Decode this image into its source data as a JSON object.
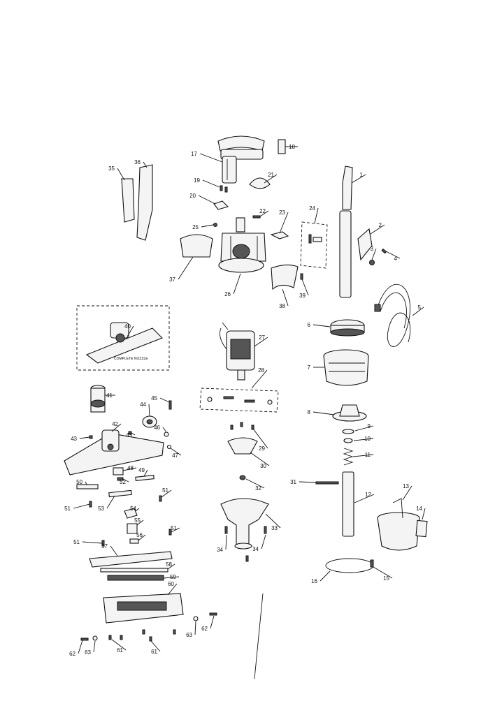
{
  "inset": {
    "caption": "COMPLETE NOZZLE"
  },
  "parts": [
    {
      "id": "p1",
      "num": "1"
    },
    {
      "id": "p2",
      "num": "2"
    },
    {
      "id": "p3",
      "num": "3"
    },
    {
      "id": "p4",
      "num": "4"
    },
    {
      "id": "p5",
      "num": "5"
    },
    {
      "id": "p6",
      "num": "6"
    },
    {
      "id": "p7",
      "num": "7"
    },
    {
      "id": "p8",
      "num": "8"
    },
    {
      "id": "p9",
      "num": "9"
    },
    {
      "id": "p10",
      "num": "10"
    },
    {
      "id": "p11",
      "num": "11"
    },
    {
      "id": "p12",
      "num": "12"
    },
    {
      "id": "p13",
      "num": "13"
    },
    {
      "id": "p14",
      "num": "14"
    },
    {
      "id": "p15",
      "num": "15"
    },
    {
      "id": "p16",
      "num": "16"
    },
    {
      "id": "p17",
      "num": "17"
    },
    {
      "id": "p18",
      "num": "18"
    },
    {
      "id": "p19",
      "num": "19"
    },
    {
      "id": "p20",
      "num": "20"
    },
    {
      "id": "p21",
      "num": "21"
    },
    {
      "id": "p22",
      "num": "22"
    },
    {
      "id": "p23",
      "num": "23"
    },
    {
      "id": "p24",
      "num": "24"
    },
    {
      "id": "p25",
      "num": "25"
    },
    {
      "id": "p26",
      "num": "26"
    },
    {
      "id": "p27",
      "num": "27"
    },
    {
      "id": "p28",
      "num": "28"
    },
    {
      "id": "p29",
      "num": "29"
    },
    {
      "id": "p30",
      "num": "30"
    },
    {
      "id": "p31",
      "num": "31"
    },
    {
      "id": "p32",
      "num": "32"
    },
    {
      "id": "p33",
      "num": "33"
    },
    {
      "id": "p34a",
      "num": "34"
    },
    {
      "id": "p34b",
      "num": "34"
    },
    {
      "id": "p35",
      "num": "35"
    },
    {
      "id": "p36",
      "num": "36"
    },
    {
      "id": "p37",
      "num": "37"
    },
    {
      "id": "p38",
      "num": "38"
    },
    {
      "id": "p39",
      "num": "39"
    },
    {
      "id": "p40",
      "num": "40"
    },
    {
      "id": "p41",
      "num": "41"
    },
    {
      "id": "p42",
      "num": "42"
    },
    {
      "id": "p43a",
      "num": "43"
    },
    {
      "id": "p43b",
      "num": "43"
    },
    {
      "id": "p44",
      "num": "44"
    },
    {
      "id": "p45",
      "num": "45"
    },
    {
      "id": "p46",
      "num": "46"
    },
    {
      "id": "p47",
      "num": "47"
    },
    {
      "id": "p48",
      "num": "48"
    },
    {
      "id": "p49",
      "num": "49"
    },
    {
      "id": "p50",
      "num": "50"
    },
    {
      "id": "p51a",
      "num": "51"
    },
    {
      "id": "p51b",
      "num": "51"
    },
    {
      "id": "p51c",
      "num": "51"
    },
    {
      "id": "p51d",
      "num": "51"
    },
    {
      "id": "p52",
      "num": "52"
    },
    {
      "id": "p53",
      "num": "53"
    },
    {
      "id": "p54",
      "num": "54"
    },
    {
      "id": "p55",
      "num": "55"
    },
    {
      "id": "p56",
      "num": "56"
    },
    {
      "id": "p57",
      "num": "57"
    },
    {
      "id": "p58",
      "num": "58"
    },
    {
      "id": "p59",
      "num": "59"
    },
    {
      "id": "p60",
      "num": "60"
    },
    {
      "id": "p61a",
      "num": "61"
    },
    {
      "id": "p61b",
      "num": "61"
    },
    {
      "id": "p62a",
      "num": "62"
    },
    {
      "id": "p62b",
      "num": "62"
    },
    {
      "id": "p63a",
      "num": "63"
    },
    {
      "id": "p63b",
      "num": "63"
    }
  ]
}
